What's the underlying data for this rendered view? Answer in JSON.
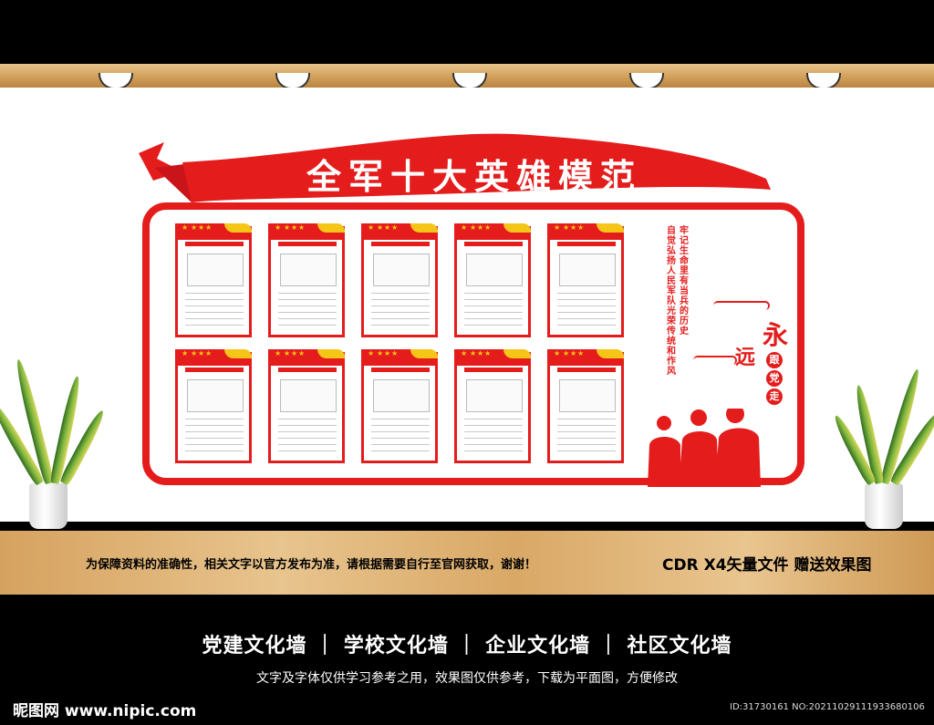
{
  "banner": {
    "title": "全军十大英雄模范"
  },
  "slogan": {
    "line1": "牢记生命里有当兵的历史",
    "line2": "自觉弘扬人民军队光荣传统和作风"
  },
  "motto": {
    "char1": "永",
    "char2": "远",
    "char3": "跟",
    "char4": "党",
    "char5": "走"
  },
  "notice": {
    "text": "为保障资料的准确性，相关文字以官方发布为准，请根据需要自行至官网获取，谢谢！"
  },
  "cdr": {
    "text": "CDR X4矢量文件  赠送效果图"
  },
  "categories": {
    "text": "党建文化墙  ｜  学校文化墙  ｜  企业文化墙  ｜  社区文化墙"
  },
  "disclaimer": {
    "text": "文字及字体仅供学习参考之用，效果图仅供参考，下载为平面图，方便修改"
  },
  "watermark": {
    "logo": "昵图网 www.nipic.com",
    "id": "ID:31730161 NO:20211029111933680106"
  },
  "colors": {
    "accent": "#e41c1c",
    "gold": "#f5c518",
    "wood": "#d9a866"
  },
  "cards": {
    "count": 10
  }
}
